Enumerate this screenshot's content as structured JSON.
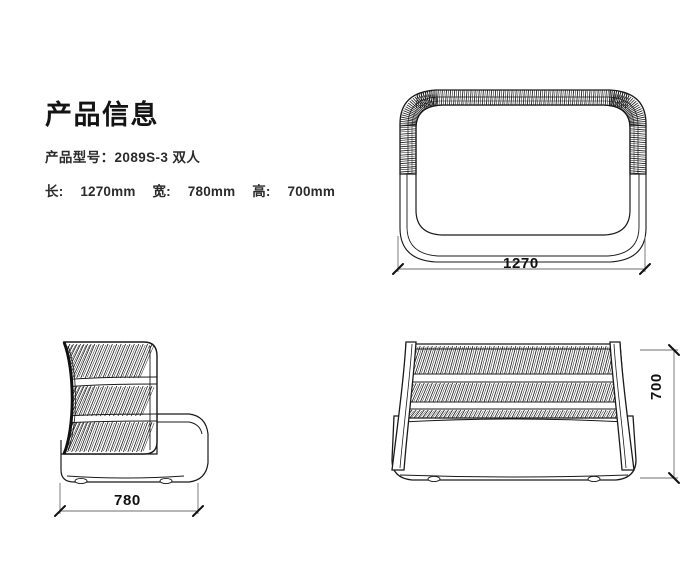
{
  "document": {
    "kind": "product-spec-drawing",
    "background_color": "#ffffff",
    "line_color": "#1a1a1a"
  },
  "info": {
    "title": "产品信息",
    "model_label": "产品型号：",
    "model_value": "2089S-3 双人",
    "length_label": "长:",
    "length_value": "1270mm",
    "width_label": "宽:",
    "width_value": "780mm",
    "height_label": "高:",
    "height_value": "700mm"
  },
  "views": [
    {
      "id": "top",
      "name": "top-view",
      "caption": "",
      "dimension": "1270"
    },
    {
      "id": "side",
      "name": "side-view",
      "caption": "",
      "dimension": "780"
    },
    {
      "id": "front",
      "name": "front-view",
      "caption": "",
      "dimension": "700"
    }
  ],
  "dimensions": {
    "length": "1270",
    "width": "780",
    "height": "700"
  }
}
